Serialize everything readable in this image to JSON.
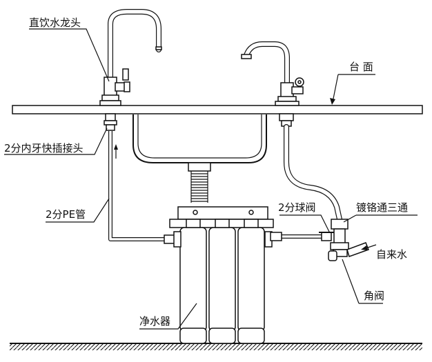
{
  "labels": {
    "faucet": "直饮水龙头",
    "countertop": "台 面",
    "quick_connector": "2分内牙快插接头",
    "ball_valve": "2分球阀",
    "tee": "镀铬通三通",
    "pe_pipe": "2分PE管",
    "tap_water": "自来水",
    "angle_valve": "角阀",
    "purifier": "净水器"
  }
}
